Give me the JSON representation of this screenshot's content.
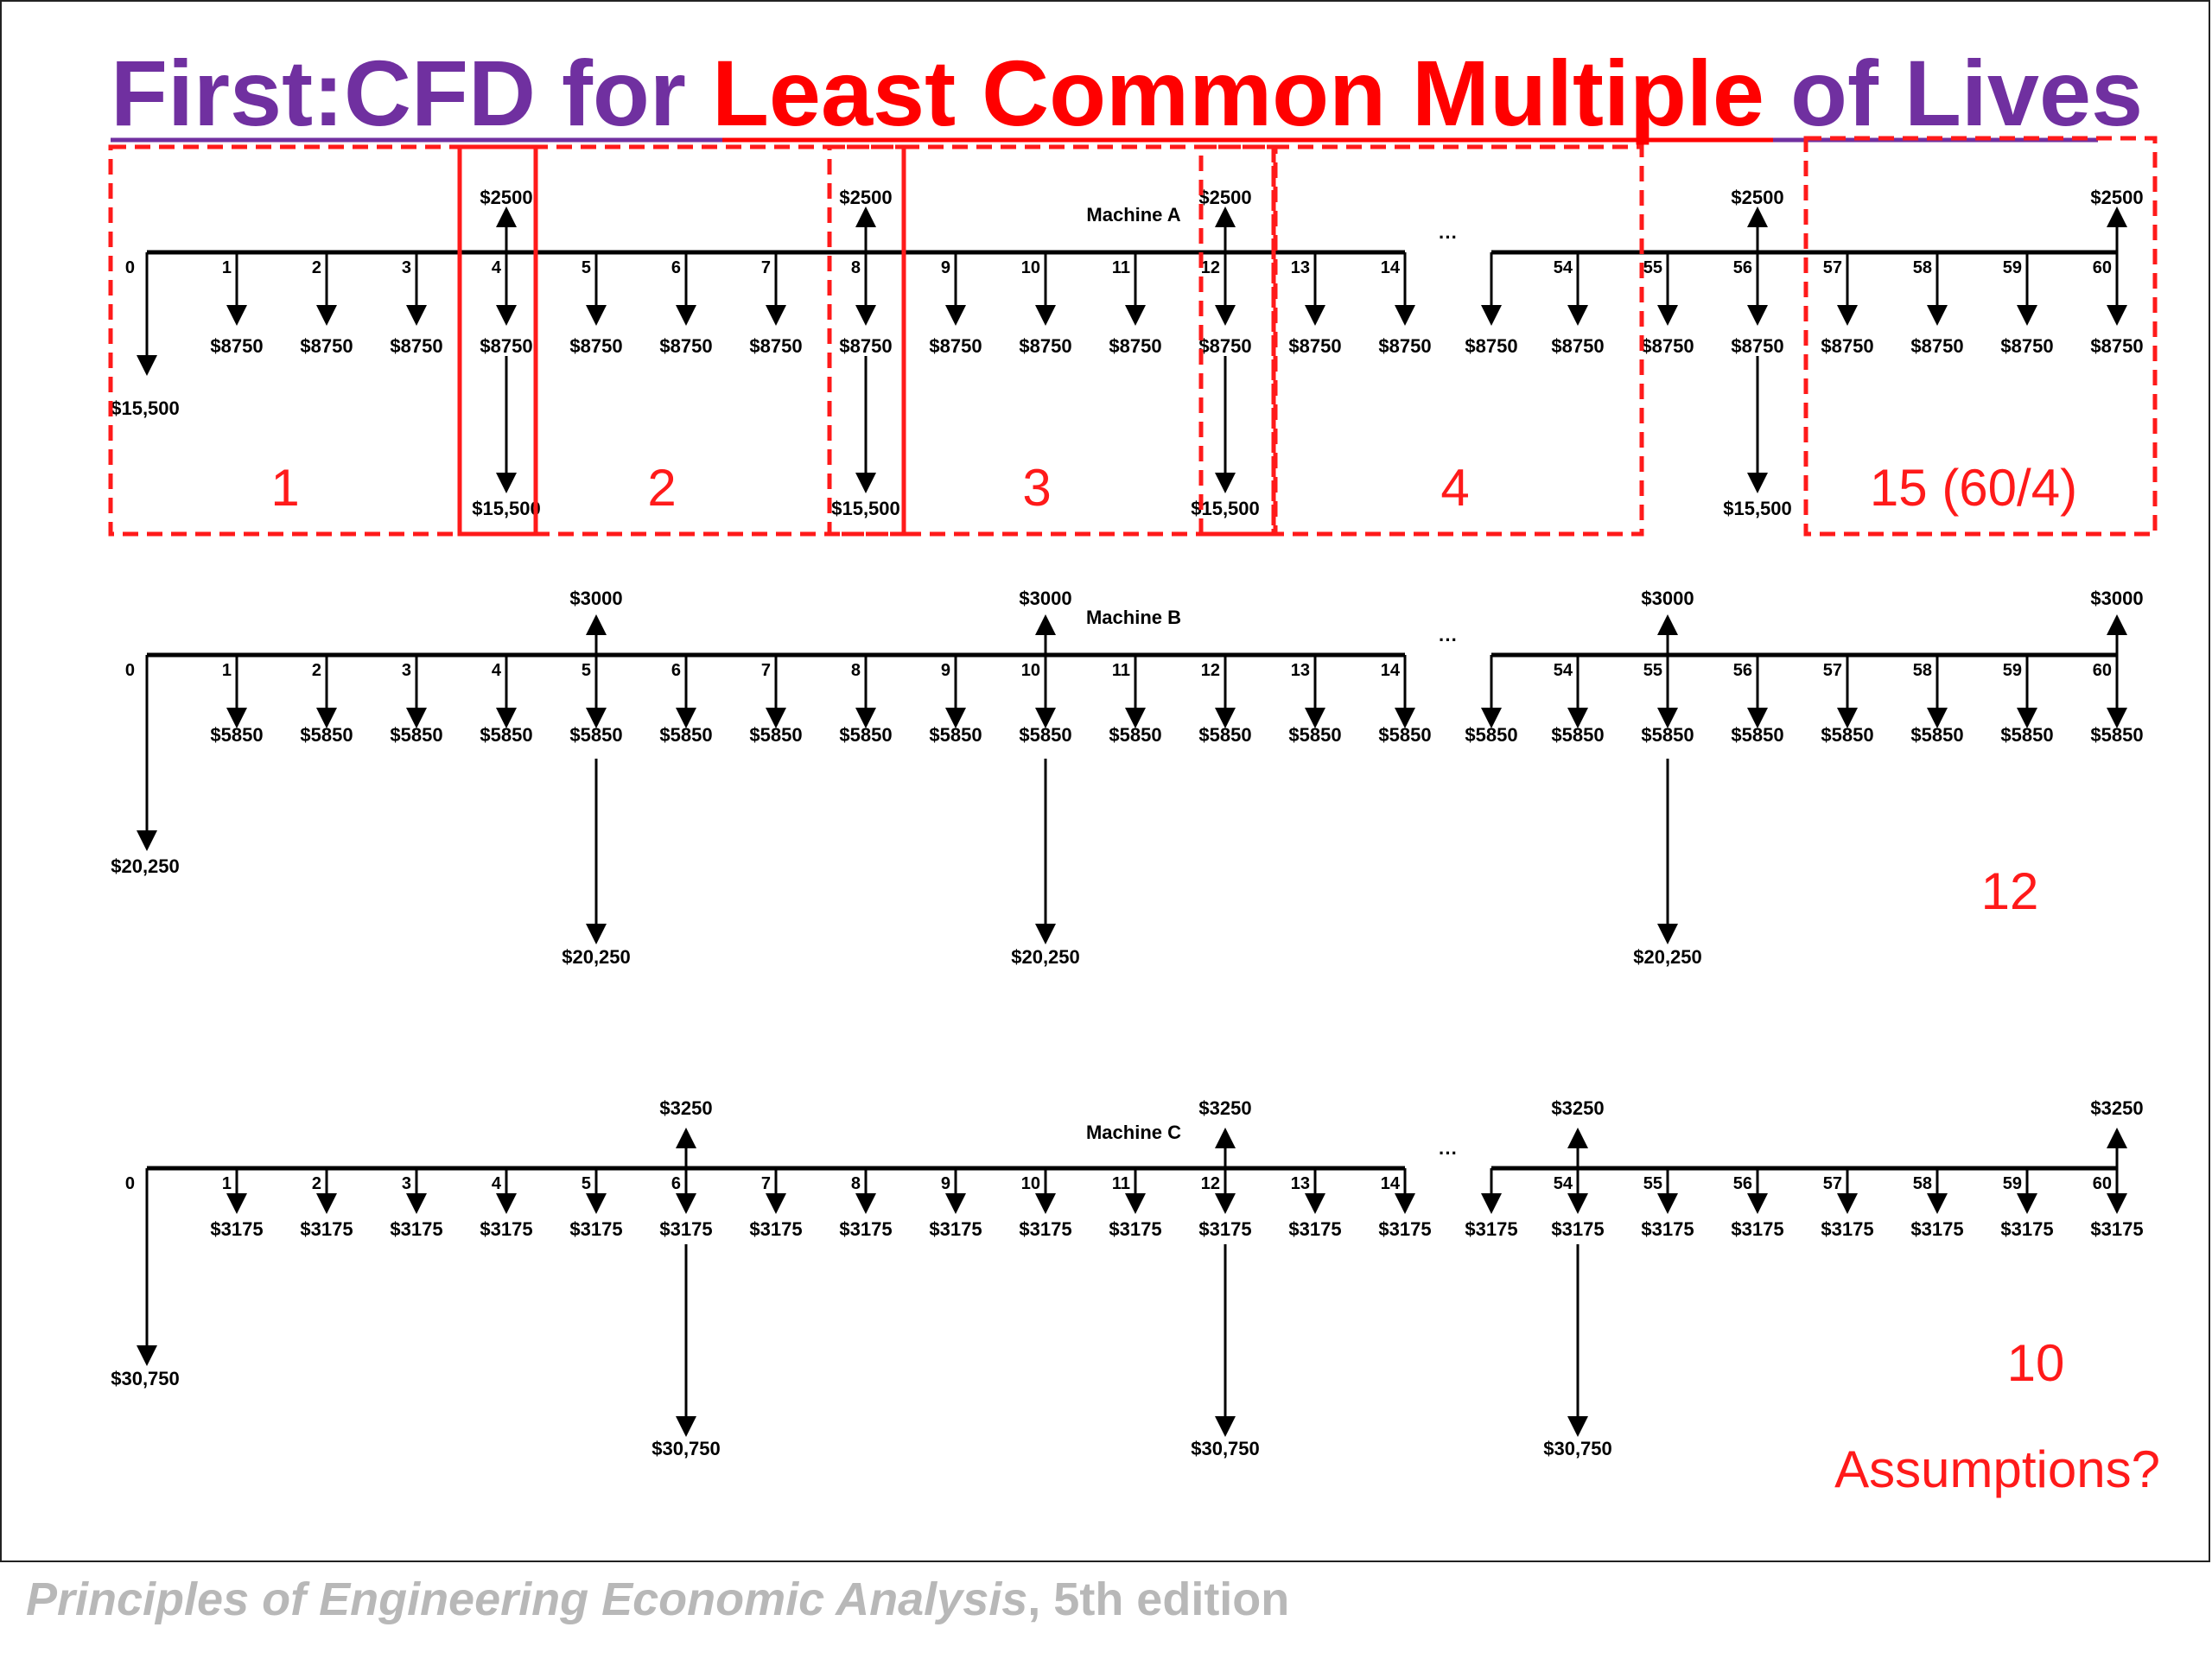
{
  "title": {
    "part1": "First:CFD for ",
    "part2": "Least Common Multiple",
    "part3": " of Lives"
  },
  "colors": {
    "purple": "#7030a0",
    "red": "#ff0000",
    "box_red": "#ff1a1a",
    "gray": "#b8b8b8",
    "ink": "#000000"
  },
  "machines": [
    {
      "name": "Machine A",
      "initial_cost": "$15,500",
      "annual_cost": "$8750",
      "salvage": "$2500",
      "replacement_cost": "$15,500",
      "replacement_periods": [
        "4",
        "8",
        "12",
        "56"
      ],
      "salvage_periods": [
        "4",
        "8",
        "12",
        "56",
        "60"
      ],
      "lcm_label": ""
    },
    {
      "name": "Machine B",
      "initial_cost": "$20,250",
      "annual_cost": "$5850",
      "salvage": "$3000",
      "replacement_cost": "$20,250",
      "replacement_periods": [
        "5",
        "10",
        "55"
      ],
      "salvage_periods": [
        "5",
        "10",
        "55",
        "60"
      ],
      "lcm_label": "12"
    },
    {
      "name": "Machine C",
      "initial_cost": "$30,750",
      "annual_cost": "$3175",
      "salvage": "$3250",
      "replacement_cost": "$30,750",
      "replacement_periods": [
        "6",
        "12",
        "54"
      ],
      "salvage_periods": [
        "6",
        "12",
        "54",
        "60"
      ],
      "lcm_label": "10"
    }
  ],
  "periods_first": [
    "0",
    "1",
    "2",
    "3",
    "4",
    "5",
    "6",
    "7",
    "8",
    "9",
    "10",
    "11",
    "12",
    "13",
    "14"
  ],
  "periods_last": [
    "54",
    "55",
    "56",
    "57",
    "58",
    "59",
    "60"
  ],
  "ellipsis": "···",
  "cycle_labels": [
    "1",
    "2",
    "3",
    "4",
    "15 (60/4)"
  ],
  "assumptions": "Assumptions?",
  "footer": {
    "book": "Principles of Engineering Economic Analysis",
    "edition": ", 5th edition"
  }
}
